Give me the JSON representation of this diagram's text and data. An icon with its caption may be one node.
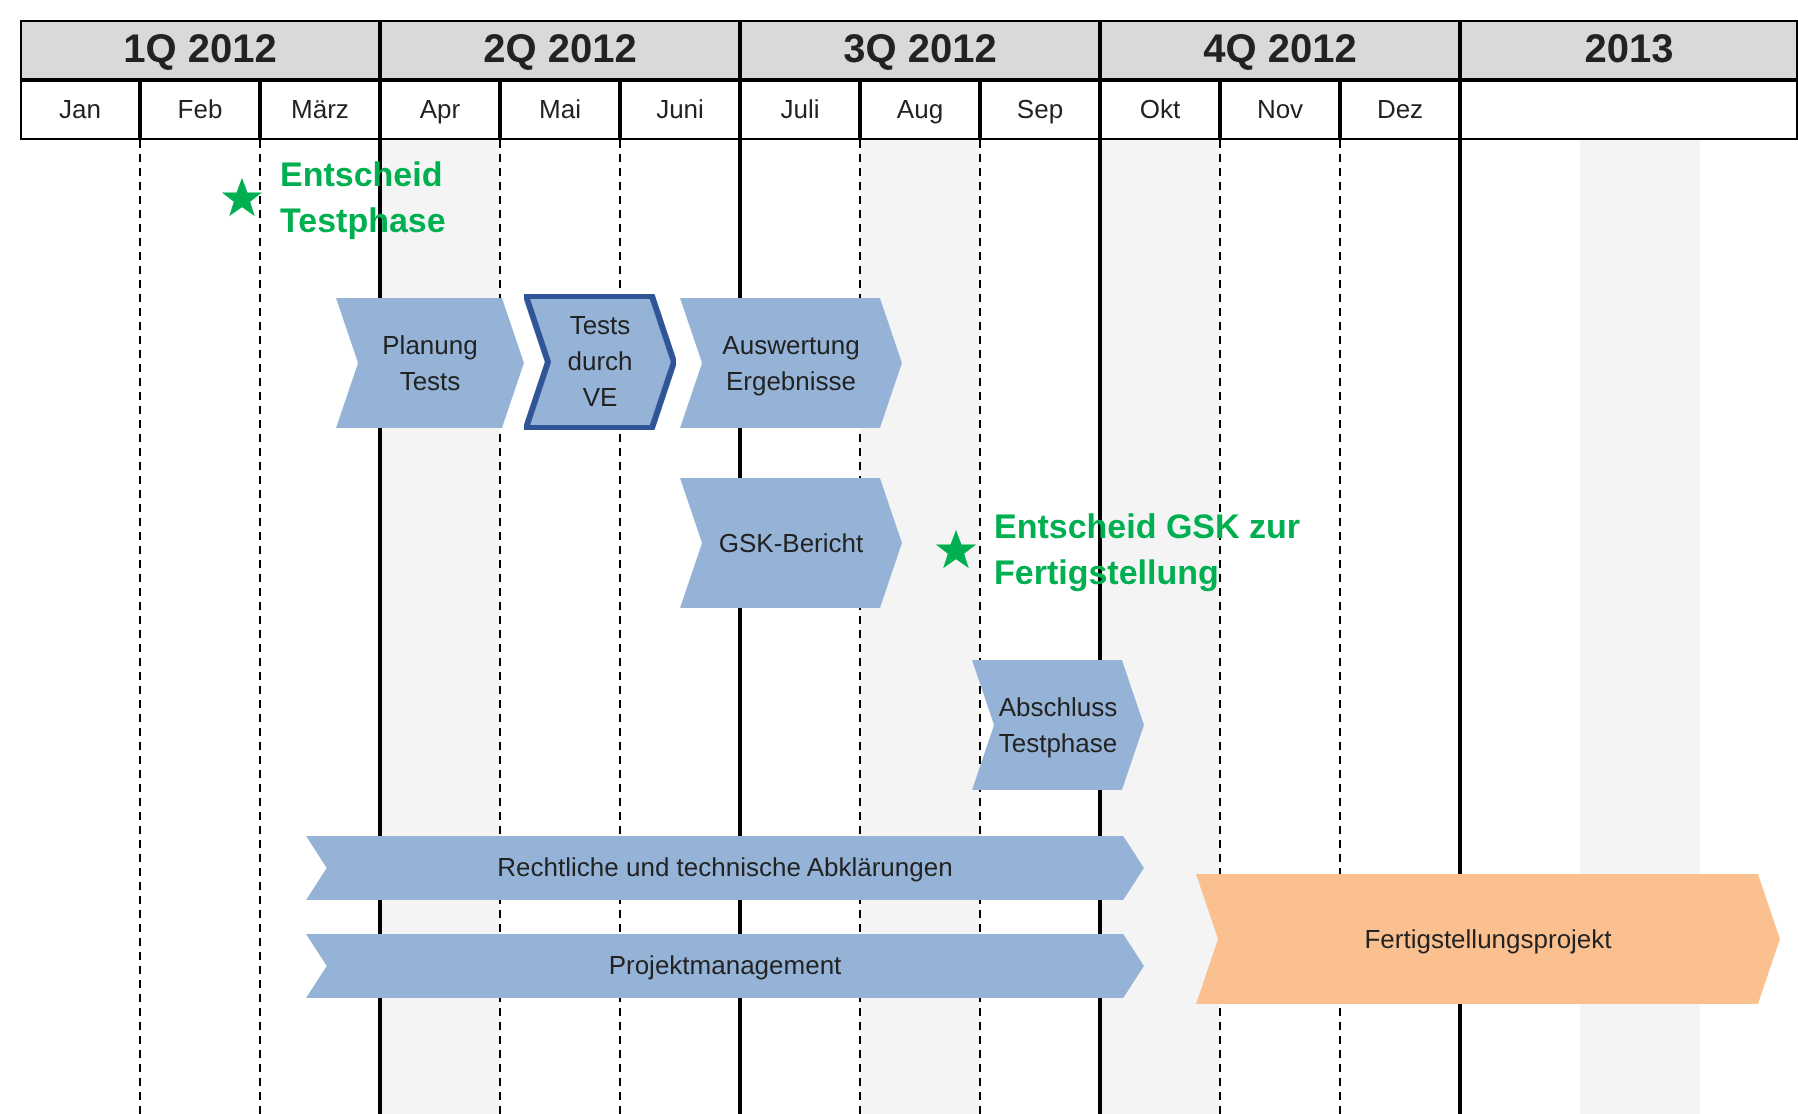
{
  "diagram": {
    "nodes": [
      {
        "text": [
          "Planung Tests"
        ]
      },
      {
        "text": [
          "Tests durch VE"
        ]
      },
      {
        "text": [
          "Auswertung Ergebnisse"
        ]
      },
      {
        "text": [
          "GSK-Bericht"
        ]
      },
      {
        "text": [
          "Abschluss Testphase"
        ]
      },
      {
        "text": [
          "Rechtliche und technische Abklärungen"
        ]
      },
      {
        "text": [
          "Projektmanagement"
        ]
      },
      {
        "text": [
          "Fertigstellungsprojekt"
        ]
      },
      {
        "text": [
          "Entscheid Testphase"
        ]
      },
      {
        "text": [
          "Entscheid GSK zur Fertigstellung"
        ]
      }
    ],
    "labels": [
      "1Q 2012",
      "2Q 2012",
      "3Q 2012",
      "4Q 2012",
      "2013",
      "Jan",
      "Feb",
      "März",
      "Apr",
      "Mai",
      "Juni",
      "Juli",
      "Aug",
      "Sep",
      "Okt",
      "Nov",
      "Dez"
    ]
  }
}
